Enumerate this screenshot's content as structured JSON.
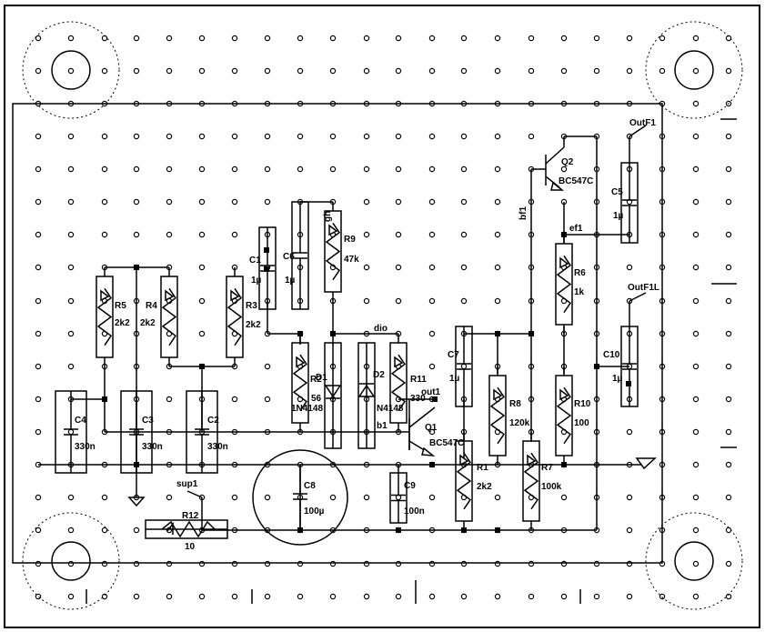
{
  "colors": {
    "background": "#ffffff",
    "ink": "#000000"
  },
  "labels": {
    "outf1": "OutF1",
    "outf1l": "OutF1L",
    "q2": "Q2",
    "q2_type": "BC547C",
    "bf1": "bf1",
    "ef1": "ef1",
    "c5": "C5",
    "c5_val": "1µ",
    "r6": "R6",
    "r6_val": "1k",
    "c10": "C10",
    "c10_val": "1µ",
    "r10": "R10",
    "r10_val": "100",
    "r7": "R7",
    "r7_val": "100k",
    "r8": "R8",
    "r8_val": "120k",
    "c7": "C7",
    "c7_val": "1µ",
    "out1": "out1",
    "q1": "Q1",
    "q1_type": "BC547C",
    "r1": "R1",
    "r1_val": "2k2",
    "r11": "R11",
    "r11_val": "330",
    "d2": "D2",
    "d2_type": "N4148",
    "d1": "D1",
    "d1_type": "1N4148",
    "r2": "R2",
    "r2_val": "56",
    "dio": "dio",
    "b1": "b1",
    "r9": "R9",
    "r9_val": "47k",
    "gh": "gh",
    "c6": "C6",
    "c6_val": "1µ",
    "c1": "C1",
    "c1_val": "1µ",
    "r3": "R3",
    "r3_val": "2k2",
    "r4": "R4",
    "r4_val": "2k2",
    "r5": "R5",
    "r5_val": "2k2",
    "c4": "C4",
    "c4_val": "330n",
    "c3": "C3",
    "c3_val": "330n",
    "c2": "C2",
    "c2_val": "330n",
    "c8": "C8",
    "c8_val": "100µ",
    "c9": "C9",
    "c9_val": "100n",
    "sup1": "sup1",
    "r12": "R12",
    "r12_val": "10"
  }
}
